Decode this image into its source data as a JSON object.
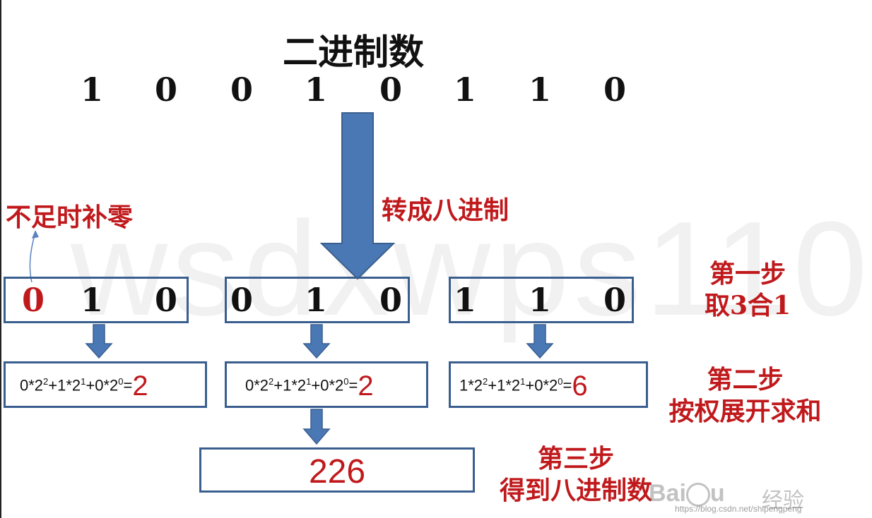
{
  "title": "二进制数",
  "binary_bits": [
    "1",
    "0",
    "0",
    "1",
    "0",
    "1",
    "1",
    "0"
  ],
  "convert_label": "转成八进制",
  "pad_label": "不足时补零",
  "groups": [
    {
      "digits": [
        "0",
        "1",
        "0"
      ],
      "formula": {
        "a": "0*2",
        "e1": "2",
        "b": "+1*2",
        "e2": "1",
        "c": "+0*2",
        "e3": "0",
        "eq": "=",
        "result": "2"
      }
    },
    {
      "digits": [
        "0",
        "1",
        "0"
      ],
      "formula": {
        "a": "0*2",
        "e1": "2",
        "b": "+1*2",
        "e2": "1",
        "c": "+0*2",
        "e3": "0",
        "eq": "=",
        "result": "2"
      }
    },
    {
      "digits": [
        "1",
        "1",
        "0"
      ],
      "formula": {
        "a": "1*2",
        "e1": "2",
        "b": "+1*2",
        "e2": "1",
        "c": "+0*2",
        "e3": "0",
        "eq": "=",
        "result": "6"
      }
    }
  ],
  "step1": {
    "title": "第一步",
    "desc": "取3合1"
  },
  "step2": {
    "title": "第二步",
    "desc": "按权展开求和"
  },
  "step3": {
    "title": "第三步",
    "desc": "得到八进制数"
  },
  "final_result": "226",
  "watermark": "wsdxwps110",
  "baidu_watermark": {
    "logo": "Bai",
    "logo_end": "u",
    "jingyan": "经验",
    "url": "https://blog.csdn.net/shipengpeng"
  },
  "colors": {
    "arrow": "#4a78b5",
    "arrow_edge": "#3a5f8f",
    "red": "#c0191c",
    "box_border": "#3a5f8f"
  }
}
